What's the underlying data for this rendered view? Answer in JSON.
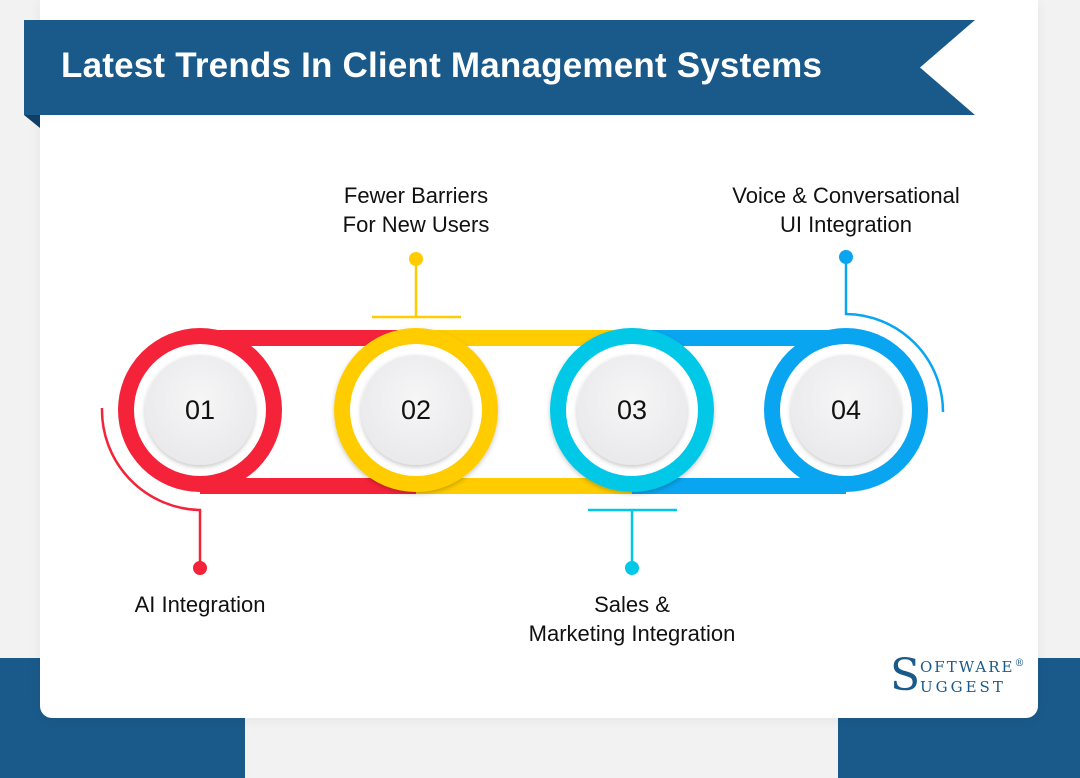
{
  "title": "Latest Trends In Client Management Systems",
  "colors": {
    "navy": "#1A5A8A",
    "red": "#F5233A",
    "yellow": "#FFCC00",
    "cyan": "#00C8E6",
    "blue": "#0AA5F0",
    "disc": "#EFEFF1"
  },
  "steps": [
    {
      "number": "01",
      "label": "AI Integration",
      "color": "red",
      "label_position": "below"
    },
    {
      "number": "02",
      "label_line1": "Fewer Barriers",
      "label_line2": "For New Users",
      "color": "yellow",
      "label_position": "above"
    },
    {
      "number": "03",
      "label_line1": "Sales &",
      "label_line2": "Marketing Integration",
      "color": "cyan",
      "label_position": "below"
    },
    {
      "number": "04",
      "label_line1": "Voice & Conversational",
      "label_line2": "UI Integration",
      "color": "blue",
      "label_position": "above"
    }
  ],
  "logo": {
    "initial": "S",
    "line1": "OFTWARE",
    "line2": "UGGEST",
    "registered": "®"
  }
}
